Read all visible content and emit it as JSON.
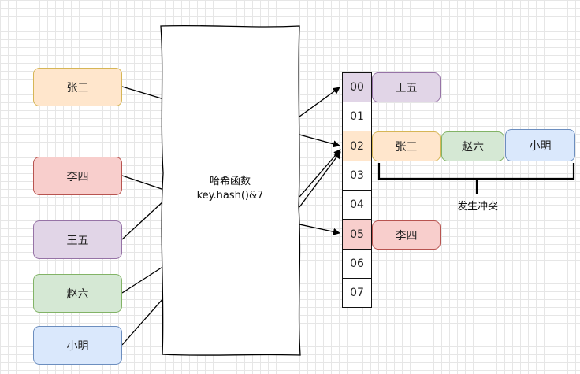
{
  "inputs": {
    "zhangsan": "张三",
    "lisi": "李四",
    "wangwu": "王五",
    "zhaoliu": "赵六",
    "xiaoming": "小明"
  },
  "hash_function": {
    "title": "哈希函数",
    "formula": "key.hash()&7"
  },
  "table": {
    "indices": [
      "00",
      "01",
      "02",
      "03",
      "04",
      "05",
      "06",
      "07"
    ]
  },
  "buckets": {
    "b00": [
      "王五"
    ],
    "b02": [
      "张三",
      "赵六",
      "小明"
    ],
    "b05": [
      "李四"
    ]
  },
  "collision_label": "发生冲突",
  "colors": {
    "yellow_fill": "#ffe6cc",
    "red_fill": "#f8cecc",
    "purple_fill": "#e1d5e7",
    "green_fill": "#d5e8d4",
    "blue_fill": "#dae8fc"
  }
}
